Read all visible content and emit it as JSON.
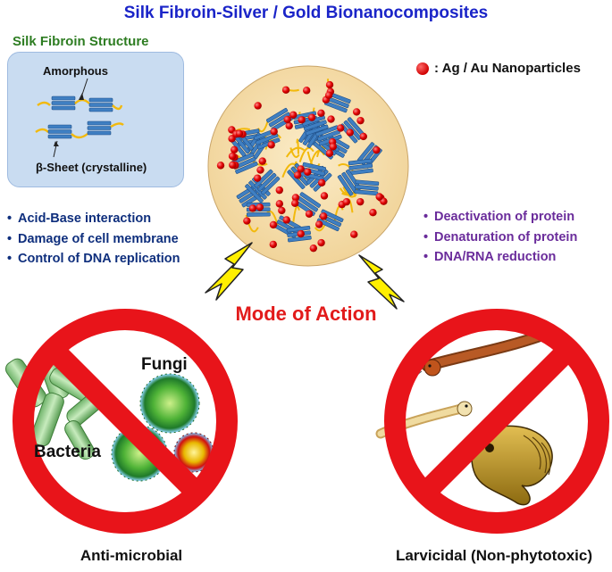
{
  "title": "Silk Fibroin-Silver / Gold Bionanocomposites",
  "structure": {
    "heading": "Silk Fibroin Structure",
    "amorphous_label": "Amorphous",
    "sheet_label": "β-Sheet (crystalline)"
  },
  "legend": {
    "label": ": Ag / Au Nanoparticles"
  },
  "left_mechanisms": [
    "Acid-Base interaction",
    "Damage of cell membrane",
    "Control of DNA replication"
  ],
  "right_mechanisms": [
    "Deactivation of protein",
    "Denaturation of protein",
    "DNA/RNA reduction"
  ],
  "center_label": "Mode of Action",
  "antimicrobial": {
    "fungi_label": "Fungi",
    "bacteria_label": "Bacteria",
    "caption": "Anti-microbial"
  },
  "larvicidal": {
    "caption": "Larvicidal (Non-phytotoxic)"
  },
  "colors": {
    "title": "#1a24c8",
    "structure_heading": "#2e7d22",
    "left_list": "#0f2f7d",
    "right_list": "#6a2c9b",
    "mode_of_action": "#e21b1b",
    "prohibition_sign": "#e8141a",
    "nanoparticle": "#e00000",
    "fibroin_sheet": "#3f7fc2",
    "composite_circle": "#f7e1ad",
    "lightning": "#ffef00"
  }
}
